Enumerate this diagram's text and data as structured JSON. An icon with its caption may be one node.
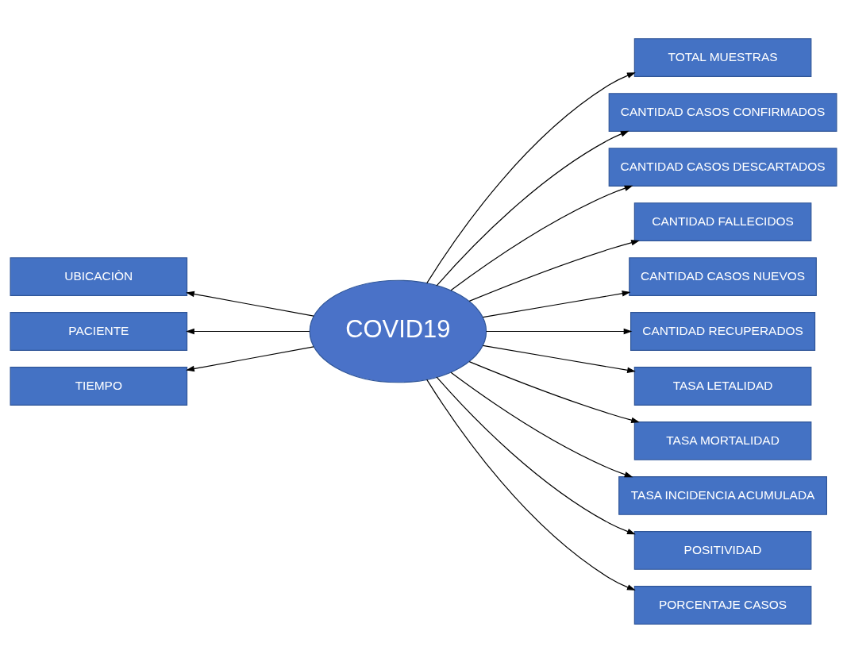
{
  "diagram": {
    "nodes": [
      {
        "text": [
          "COVID19"
        ]
      },
      {
        "text": [
          "UBICACIÒN"
        ]
      },
      {
        "text": [
          "PACIENTE"
        ]
      },
      {
        "text": [
          "TIEMPO"
        ]
      },
      {
        "text": [
          "TOTAL MUESTRAS"
        ]
      },
      {
        "text": [
          "CANTIDAD CASOS CONFIRMADOS"
        ]
      },
      {
        "text": [
          "CANTIDAD CASOS DESCARTADOS"
        ]
      },
      {
        "text": [
          "CANTIDAD FALLECIDOS"
        ]
      },
      {
        "text": [
          "CANTIDAD CASOS NUEVOS"
        ]
      },
      {
        "text": [
          "CANTIDAD RECUPERADOS"
        ]
      },
      {
        "text": [
          "TASA LETALIDAD"
        ]
      },
      {
        "text": [
          "TASA MORTALIDAD"
        ]
      },
      {
        "text": [
          "TASA INCIDENCIA ACUMULADA"
        ]
      },
      {
        "text": [
          "POSITIVIDAD"
        ]
      },
      {
        "text": [
          "PORCENTAJE CASOS"
        ]
      }
    ],
    "edges": [
      {
        "from": 0,
        "to": 1,
        "arrow": "to"
      },
      {
        "from": 0,
        "to": 2,
        "arrow": "to"
      },
      {
        "from": 0,
        "to": 3,
        "arrow": "to"
      },
      {
        "from": 0,
        "to": 4,
        "arrow": "to"
      },
      {
        "from": 0,
        "to": 5,
        "arrow": "to"
      },
      {
        "from": 0,
        "to": 6,
        "arrow": "to"
      },
      {
        "from": 0,
        "to": 7,
        "arrow": "to"
      },
      {
        "from": 0,
        "to": 8,
        "arrow": "to"
      },
      {
        "from": 0,
        "to": 9,
        "arrow": "to"
      },
      {
        "from": 0,
        "to": 10,
        "arrow": "to"
      },
      {
        "from": 0,
        "to": 11,
        "arrow": "to"
      },
      {
        "from": 0,
        "to": 12,
        "arrow": "to"
      },
      {
        "from": 0,
        "to": 13,
        "arrow": "to"
      },
      {
        "from": 0,
        "to": 14,
        "arrow": "to"
      }
    ]
  }
}
